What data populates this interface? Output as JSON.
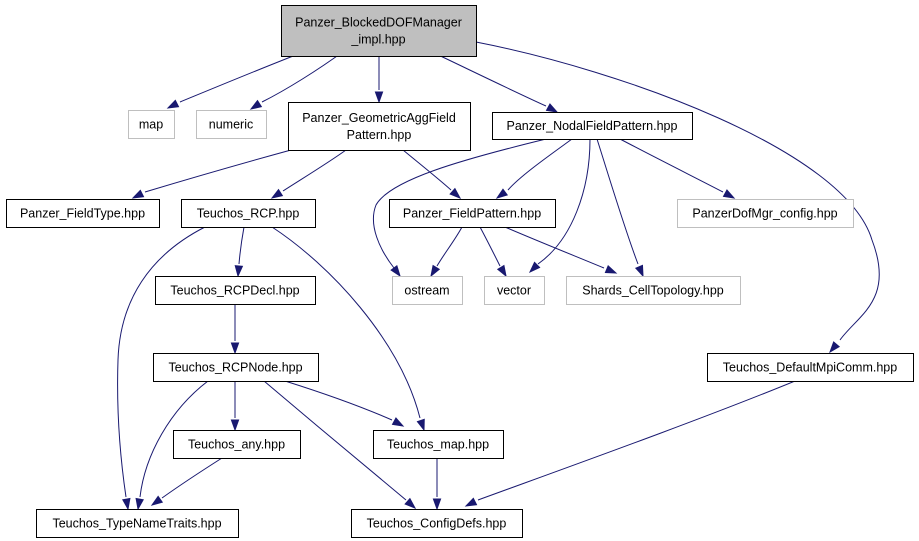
{
  "diagram": {
    "nodes": [
      {
        "id": "root",
        "kind": "root",
        "lines": [
          "Panzer_BlockedDOFManager",
          "_impl.hpp"
        ]
      },
      {
        "id": "map",
        "kind": "external",
        "lines": [
          "map"
        ]
      },
      {
        "id": "numeric",
        "kind": "external",
        "lines": [
          "numeric"
        ]
      },
      {
        "id": "geomagg",
        "kind": "internal",
        "lines": [
          "Panzer_GeometricAggField",
          "Pattern.hpp"
        ]
      },
      {
        "id": "nodal",
        "kind": "internal",
        "lines": [
          "Panzer_NodalFieldPattern.hpp"
        ]
      },
      {
        "id": "fieldtype",
        "kind": "internal",
        "lines": [
          "Panzer_FieldType.hpp"
        ]
      },
      {
        "id": "rcp",
        "kind": "internal",
        "lines": [
          "Teuchos_RCP.hpp"
        ]
      },
      {
        "id": "fieldpattern",
        "kind": "internal",
        "lines": [
          "Panzer_FieldPattern.hpp"
        ]
      },
      {
        "id": "dofmgr",
        "kind": "external",
        "lines": [
          "PanzerDofMgr_config.hpp"
        ]
      },
      {
        "id": "rcpdecl",
        "kind": "internal",
        "lines": [
          "Teuchos_RCPDecl.hpp"
        ]
      },
      {
        "id": "ostream",
        "kind": "external",
        "lines": [
          "ostream"
        ]
      },
      {
        "id": "vector",
        "kind": "external",
        "lines": [
          "vector"
        ]
      },
      {
        "id": "shards",
        "kind": "external",
        "lines": [
          "Shards_CellTopology.hpp"
        ]
      },
      {
        "id": "rcpnode",
        "kind": "internal",
        "lines": [
          "Teuchos_RCPNode.hpp"
        ]
      },
      {
        "id": "mpicomm",
        "kind": "internal",
        "lines": [
          "Teuchos_DefaultMpiComm.hpp"
        ]
      },
      {
        "id": "any",
        "kind": "internal",
        "lines": [
          "Teuchos_any.hpp"
        ]
      },
      {
        "id": "tmap",
        "kind": "internal",
        "lines": [
          "Teuchos_map.hpp"
        ]
      },
      {
        "id": "typename",
        "kind": "internal",
        "lines": [
          "Teuchos_TypeNameTraits.hpp"
        ]
      },
      {
        "id": "configdefs",
        "kind": "internal",
        "lines": [
          "Teuchos_ConfigDefs.hpp"
        ]
      }
    ],
    "edges": [
      [
        "root",
        "map"
      ],
      [
        "root",
        "numeric"
      ],
      [
        "root",
        "geomagg"
      ],
      [
        "root",
        "nodal"
      ],
      [
        "root",
        "mpicomm"
      ],
      [
        "geomagg",
        "fieldtype"
      ],
      [
        "geomagg",
        "rcp"
      ],
      [
        "geomagg",
        "fieldpattern"
      ],
      [
        "nodal",
        "fieldpattern"
      ],
      [
        "nodal",
        "dofmgr"
      ],
      [
        "nodal",
        "ostream"
      ],
      [
        "nodal",
        "vector"
      ],
      [
        "nodal",
        "shards"
      ],
      [
        "fieldpattern",
        "ostream"
      ],
      [
        "fieldpattern",
        "vector"
      ],
      [
        "fieldpattern",
        "shards"
      ],
      [
        "rcp",
        "rcpdecl"
      ],
      [
        "rcp",
        "tmap"
      ],
      [
        "rcp",
        "typename"
      ],
      [
        "rcpdecl",
        "rcpnode"
      ],
      [
        "rcpnode",
        "any"
      ],
      [
        "rcpnode",
        "tmap"
      ],
      [
        "rcpnode",
        "typename"
      ],
      [
        "rcpnode",
        "configdefs"
      ],
      [
        "any",
        "typename"
      ],
      [
        "tmap",
        "configdefs"
      ],
      [
        "mpicomm",
        "configdefs"
      ]
    ]
  }
}
